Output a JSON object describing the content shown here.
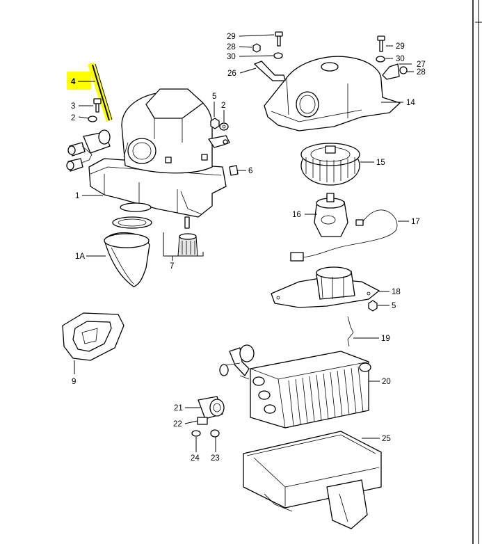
{
  "callouts": [
    {
      "id": "c29a",
      "text": "29"
    },
    {
      "id": "c28a",
      "text": "28"
    },
    {
      "id": "c30a",
      "text": "30"
    },
    {
      "id": "c26",
      "text": "26"
    },
    {
      "id": "c29b",
      "text": "29"
    },
    {
      "id": "c30b",
      "text": "30"
    },
    {
      "id": "c27",
      "text": "27"
    },
    {
      "id": "c28b",
      "text": "28"
    },
    {
      "id": "c14",
      "text": "14"
    },
    {
      "id": "c4",
      "text": "4"
    },
    {
      "id": "c3",
      "text": "3"
    },
    {
      "id": "c2a",
      "text": "2"
    },
    {
      "id": "c5a",
      "text": "5"
    },
    {
      "id": "c2b",
      "text": "2"
    },
    {
      "id": "c6",
      "text": "6"
    },
    {
      "id": "c1",
      "text": "1"
    },
    {
      "id": "c15",
      "text": "15"
    },
    {
      "id": "c16",
      "text": "16"
    },
    {
      "id": "c17",
      "text": "17"
    },
    {
      "id": "c1A",
      "text": "1A"
    },
    {
      "id": "c7",
      "text": "7"
    },
    {
      "id": "c18",
      "text": "18"
    },
    {
      "id": "c5b",
      "text": "5"
    },
    {
      "id": "c19",
      "text": "19"
    },
    {
      "id": "c9",
      "text": "9"
    },
    {
      "id": "c20",
      "text": "20"
    },
    {
      "id": "c21",
      "text": "21"
    },
    {
      "id": "c22",
      "text": "22"
    },
    {
      "id": "c25",
      "text": "25"
    },
    {
      "id": "c24",
      "text": "24"
    },
    {
      "id": "c23",
      "text": "23"
    }
  ],
  "highlight": {
    "part": "4",
    "color": "#ffff00"
  }
}
